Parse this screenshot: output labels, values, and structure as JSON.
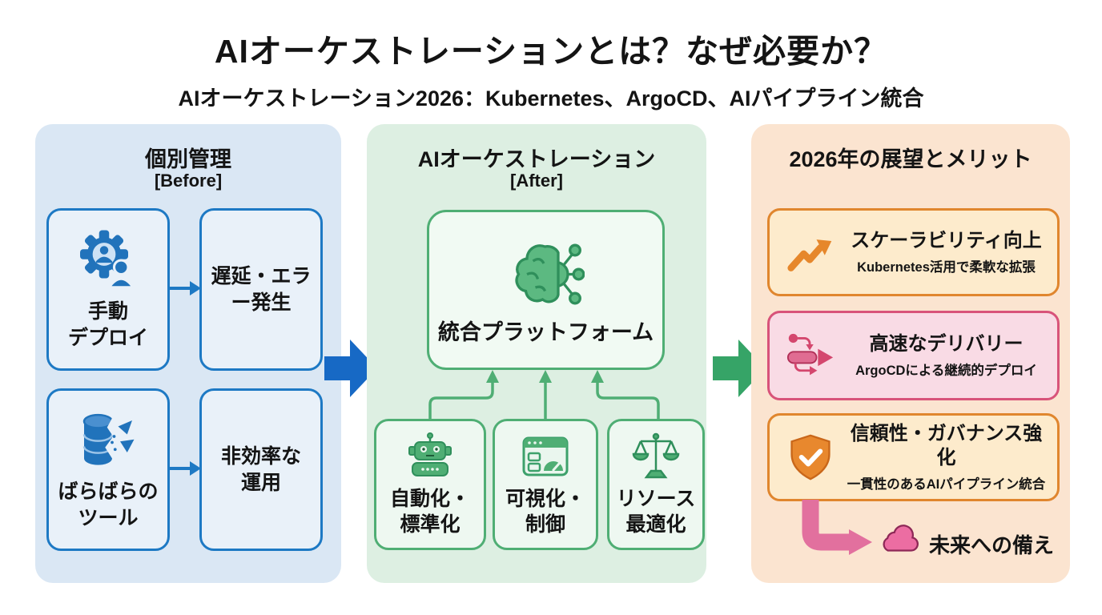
{
  "page": {
    "title": "AIオーケストレーションとは？なぜ必要か？",
    "subtitle": "AIオーケストレーション2026：Kubernetes、ArgoCD、AIパイプライン統合"
  },
  "colors": {
    "blue_accent": "#1d79c4",
    "green_accent": "#4fae74",
    "orange_accent": "#e0862e",
    "pink_accent": "#d8537a",
    "before_bg": "#dae7f4",
    "after_bg": "#ddefe2",
    "outlook_bg": "#fbe4d0"
  },
  "before": {
    "header": "個別管理",
    "tag": "[Before]",
    "box1": {
      "icon": "gear-users-icon",
      "label": "手動\nデプロイ"
    },
    "box2": {
      "label": "遅延・エラ\nー発生"
    },
    "box3": {
      "icon": "broken-database-icon",
      "label": "ばらばらの\nツール"
    },
    "box4": {
      "label": "非効率な\n運用"
    }
  },
  "after": {
    "header": "AIオーケストレーション",
    "tag": "[After]",
    "platform": {
      "icon": "brain-network-icon",
      "label": "統合プラットフォーム"
    },
    "box1": {
      "icon": "robot-icon",
      "label": "自動化・\n標準化"
    },
    "box2": {
      "icon": "dashboard-icon",
      "label": "可視化・\n制御"
    },
    "box3": {
      "icon": "scales-icon",
      "label": "リソース\n最適化"
    }
  },
  "outlook": {
    "header": "2026年の展望とメリット",
    "box1": {
      "icon": "trend-up-icon",
      "title": "スケーラビリティ向上",
      "subtitle": "Kubernetes活用で柔軟な拡張"
    },
    "box2": {
      "icon": "pipeline-icon",
      "title": "高速なデリバリー",
      "subtitle": "ArgoCDによる継続的デプロイ"
    },
    "box3": {
      "icon": "shield-check-icon",
      "title": "信頼性・ガバナンス強化",
      "subtitle": "一貫性のあるAIパイプライン統合"
    },
    "footer": {
      "icon": "cloud-icon",
      "label": "未来への備え"
    }
  }
}
